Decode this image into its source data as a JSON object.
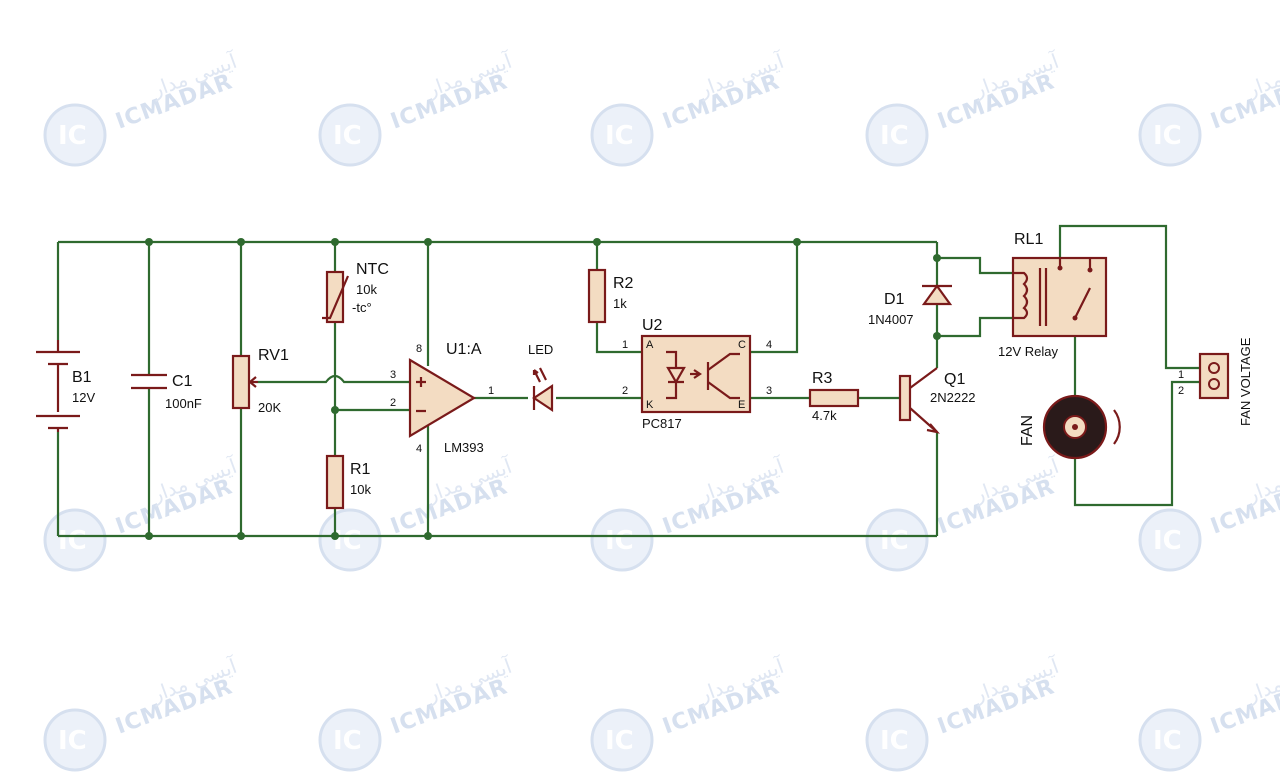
{
  "watermark": {
    "brand": "ICMADAR",
    "brand_fa": "آیسی مدار",
    "logo": "IC"
  },
  "components": {
    "b1": {
      "ref": "B1",
      "value": "12V"
    },
    "c1": {
      "ref": "C1",
      "value": "100nF"
    },
    "rv1": {
      "ref": "RV1",
      "value": "20K"
    },
    "ntc": {
      "ref": "NTC",
      "value": "10k",
      "note": "-tc°"
    },
    "r1": {
      "ref": "R1",
      "value": "10k"
    },
    "u1": {
      "ref": "U1:A",
      "part": "LM393",
      "pins": {
        "p3": "3",
        "p2": "2",
        "p1": "1",
        "p8": "8",
        "p4": "4"
      }
    },
    "led": {
      "ref": "LED"
    },
    "r2": {
      "ref": "R2",
      "value": "1k"
    },
    "u2": {
      "ref": "U2",
      "part": "PC817",
      "pins": {
        "p1": "1",
        "p2": "2",
        "p3": "3",
        "p4": "4",
        "a": "A",
        "k": "K",
        "c": "C",
        "e": "E"
      }
    },
    "r3": {
      "ref": "R3",
      "value": "4.7k"
    },
    "q1": {
      "ref": "Q1",
      "value": "2N2222"
    },
    "d1": {
      "ref": "D1",
      "value": "1N4007"
    },
    "rl1": {
      "ref": "RL1",
      "value": "12V Relay"
    },
    "fan": {
      "ref": "FAN"
    },
    "fan_voltage": {
      "ref": "FAN VOLTAGE",
      "pins": {
        "p1": "1",
        "p2": "2"
      }
    }
  },
  "colors": {
    "wire": "#2f6a2f",
    "component_outline": "#7a1a1a",
    "component_fill": "#f3dcc2",
    "watermark": "#c9d6ea"
  }
}
